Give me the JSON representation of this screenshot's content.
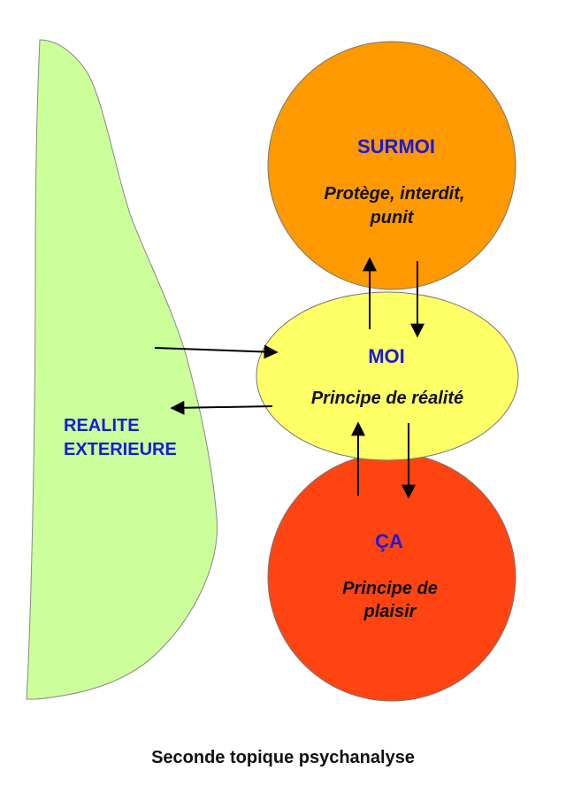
{
  "colors": {
    "reality_fill": "#ccff99",
    "surmoi_fill": "#ff9900",
    "moi_fill": "#ffff66",
    "ca_fill": "#ff4411",
    "title_text": "#1a1adb",
    "desc_text": "#111111",
    "arrow": "#000000"
  },
  "reality": {
    "label_line1": "REALITE",
    "label_line2": "EXTERIEURE"
  },
  "surmoi": {
    "title": "SURMOI",
    "desc_line1": "Protège, interdit,",
    "desc_line2": "punit"
  },
  "moi": {
    "title": "MOI",
    "desc": "Principe de réalité"
  },
  "ca": {
    "title": "ÇA",
    "desc_line1": "Principe de",
    "desc_line2": "plaisir"
  },
  "caption": "Seconde topique psychanalyse"
}
